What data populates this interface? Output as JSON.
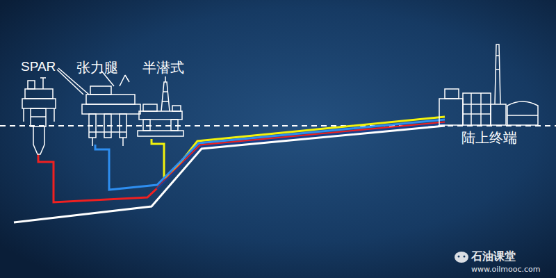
{
  "diagram": {
    "labels": [
      "SPAR",
      "张力腿",
      "半潜式",
      "陆上终端",
      "石油课堂",
      "www.oilmooc.com"
    ]
  }
}
